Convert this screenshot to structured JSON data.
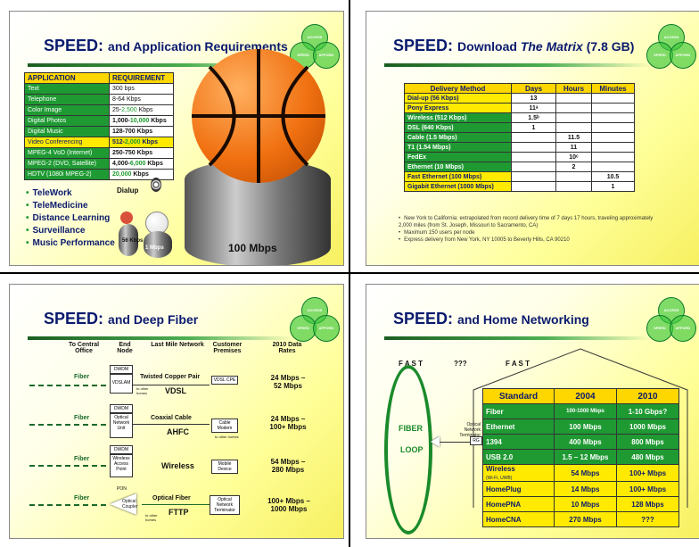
{
  "logo": {
    "top": "ACCESS",
    "left": "SPEED",
    "right": "AFFORD"
  },
  "slide1": {
    "title": "SPEED:",
    "subtitle": "and Application Requirements",
    "headers": [
      "APPLICATION",
      "REQUIREMENT"
    ],
    "rows": [
      {
        "app": "Text",
        "req": "300 bps"
      },
      {
        "app": "Telephone",
        "req": "8-64 Kbps"
      },
      {
        "app": "Color Image",
        "req": "25-",
        "req_g": "2,500",
        "req_t": " Kbps"
      },
      {
        "app": "Digital Photos",
        "req": "1,000-",
        "req_g": "10,000",
        "req_t": " Kbps"
      },
      {
        "app": "Digital Music",
        "req": "128-700 Kbps"
      },
      {
        "app": "Video Conferencing",
        "req": "512-",
        "req_g": "2,000",
        "req_t": " Kbps"
      },
      {
        "app": "MPEG-4 VoD (Internet)",
        "req": "250-750 Kbps"
      },
      {
        "app": "MPEG-2 (DVD, Satellite)",
        "req": "4,000-",
        "req_g": "6,000",
        "req_t": " Kbps"
      },
      {
        "app": "HDTV (1080i MPEG-2)",
        "req_g": "20,000",
        "req_t": " Kbps"
      }
    ],
    "bullets": [
      "TeleWork",
      "TeleMedicine",
      "Distance Learning",
      "Surveillance",
      "Music Performance"
    ],
    "dialup": "Dialup",
    "cyl56": "56 Kbps",
    "cyl1": "1 Mbps",
    "cyl100": "100 Mbps"
  },
  "slide2": {
    "title": "SPEED:",
    "subtitle_a": "Download ",
    "subtitle_b": "The Matrix",
    "subtitle_c": " (7.8 GB)",
    "headers": [
      "Delivery Method",
      "Days",
      "Hours",
      "Minutes"
    ],
    "rows": [
      {
        "m": "Dial-up (56 Kbps)",
        "d": "13",
        "h": "",
        "mi": "",
        "y": true
      },
      {
        "m": "Pony Express",
        "d": "11ᵃ",
        "h": "",
        "mi": "",
        "y": true
      },
      {
        "m": "Wireless (512 Kbps)",
        "d": "1.5ᵇ",
        "h": "",
        "mi": "",
        "y": false
      },
      {
        "m": "DSL (640 Kbps)",
        "d": "1",
        "h": "",
        "mi": "",
        "y": false
      },
      {
        "m": "Cable (1.5 Mbps)",
        "d": "",
        "h": "11.5",
        "mi": "",
        "y": false
      },
      {
        "m": "T1 (1.54 Mbps)",
        "d": "",
        "h": "11",
        "mi": "",
        "y": false
      },
      {
        "m": "FedEx",
        "d": "",
        "h": "10ᶜ",
        "mi": "",
        "y": false
      },
      {
        "m": "Ethernet (10 Mbps)",
        "d": "",
        "h": "2",
        "mi": "",
        "y": false
      },
      {
        "m": "Fast Ethernet (100 Mbps)",
        "d": "",
        "h": "",
        "mi": "10.5",
        "y": true
      },
      {
        "m": "Gigabit Ethernet (1000 Mbps)",
        "d": "",
        "h": "",
        "mi": "1",
        "y": true
      }
    ],
    "notes": [
      "New York to California: extrapolated from record delivery time of 7 days 17 hours, traveling approximately 2,000 miles (from St. Joseph, Missouri to Sacramento, CA)",
      "Maximum 150 users per node",
      "Express delivery from New York, NY 10005 to Beverly Hills, CA 90210"
    ]
  },
  "slide3": {
    "title": "SPEED:",
    "subtitle": "and Deep Fiber",
    "cols": [
      "To Central Office",
      "End Node",
      "Last Mile Network",
      "Customer Premises",
      "2010 Data Rates"
    ],
    "rows": [
      {
        "fiber": "Fiber",
        "dwdm": "DWDM",
        "node": "VDSLAM",
        "mid": "Twisted Copper Pair",
        "tech": "VDSL",
        "prem": "VDSL CPE",
        "rate": "24 Mbps – 52 Mbps",
        "other": "to other homes"
      },
      {
        "fiber": "Fiber",
        "dwdm": "DWDM",
        "node": "Optical Network Unit",
        "mid": "Coaxial Cable",
        "tech": "AHFC",
        "prem": "Cable Modem",
        "rate": "24 Mbps – 100+ Mbps",
        "other": "to other homes"
      },
      {
        "fiber": "Fiber",
        "dwdm": "DWDM",
        "node": "Wireless Access Point",
        "mid": "",
        "tech": "Wireless",
        "prem": "Mobile Device",
        "rate": "54 Mbps – 280 Mbps",
        "other": ""
      },
      {
        "fiber": "Fiber",
        "dwdm": "PON",
        "node": "Optical Coupler",
        "mid": "Optical Fiber",
        "tech": "FTTP",
        "prem": "Optical Network Terminator",
        "rate": "100+ Mbps – 1000 Mbps",
        "other": "to other homes"
      }
    ]
  },
  "slide4": {
    "title": "SPEED:",
    "subtitle": "and Home Networking",
    "fast1": "F A S T",
    "q": "???",
    "fast2": "F A S T",
    "fiber": "FIBER",
    "loop": "LOOP",
    "ont": "Optical Network Terminator",
    "rg": "RG",
    "headers": [
      "Standard",
      "2004",
      "2010"
    ],
    "rows": [
      {
        "s": "Fiber",
        "a": "100-1000 Mbps",
        "b": "1-10 Gbps?",
        "g": true
      },
      {
        "s": "Ethernet",
        "a": "100 Mbps",
        "b": "1000 Mbps",
        "g": true
      },
      {
        "s": "1394",
        "a": "400 Mbps",
        "b": "800 Mbps",
        "g": true
      },
      {
        "s": "USB 2.0",
        "a": "1.5 – 12 Mbps",
        "b": "480 Mbps",
        "g": true
      },
      {
        "s": "Wireless",
        "s2": "(Wi-Fi, UWB)",
        "a": "54 Mbps",
        "b": "100+ Mbps",
        "g": false
      },
      {
        "s": "HomePlug",
        "a": "14 Mbps",
        "b": "100+ Mbps",
        "g": false
      },
      {
        "s": "HomePNA",
        "a": "10 Mbps",
        "b": "128 Mbps",
        "g": false
      },
      {
        "s": "HomeCNA",
        "a": "270 Mbps",
        "b": "???",
        "g": false
      }
    ]
  }
}
